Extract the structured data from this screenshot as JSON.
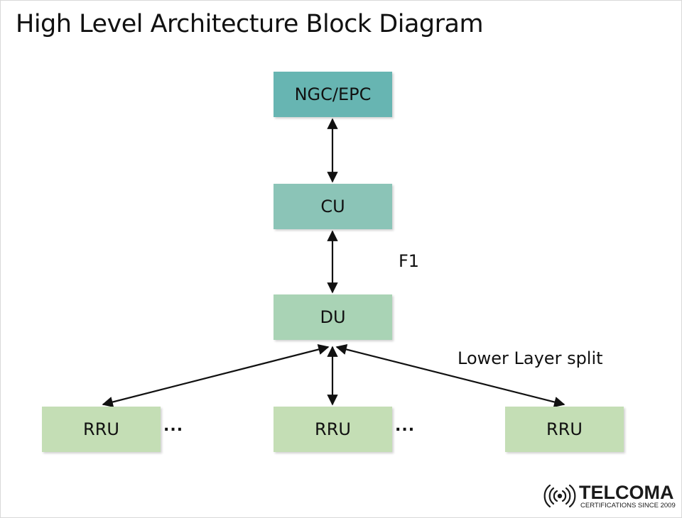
{
  "title": "High Level Architecture Block Diagram",
  "blocks": {
    "ngc": {
      "label": "NGC/EPC",
      "color": "#67b5b2"
    },
    "cu": {
      "label": "CU",
      "color": "#8bc4b7"
    },
    "du": {
      "label": "DU",
      "color": "#a9d3b5"
    },
    "rru": [
      {
        "label": "RRU",
        "color": "#c4deb5"
      },
      {
        "label": "RRU",
        "color": "#c4deb5"
      },
      {
        "label": "RRU",
        "color": "#c4deb5"
      }
    ]
  },
  "labels": {
    "f1": "F1",
    "lower_layer_split": "Lower Layer split",
    "ellipsis": "..."
  },
  "logo": {
    "name": "TELCOMA",
    "tagline": "CERTIFICATIONS SINCE 2009"
  }
}
